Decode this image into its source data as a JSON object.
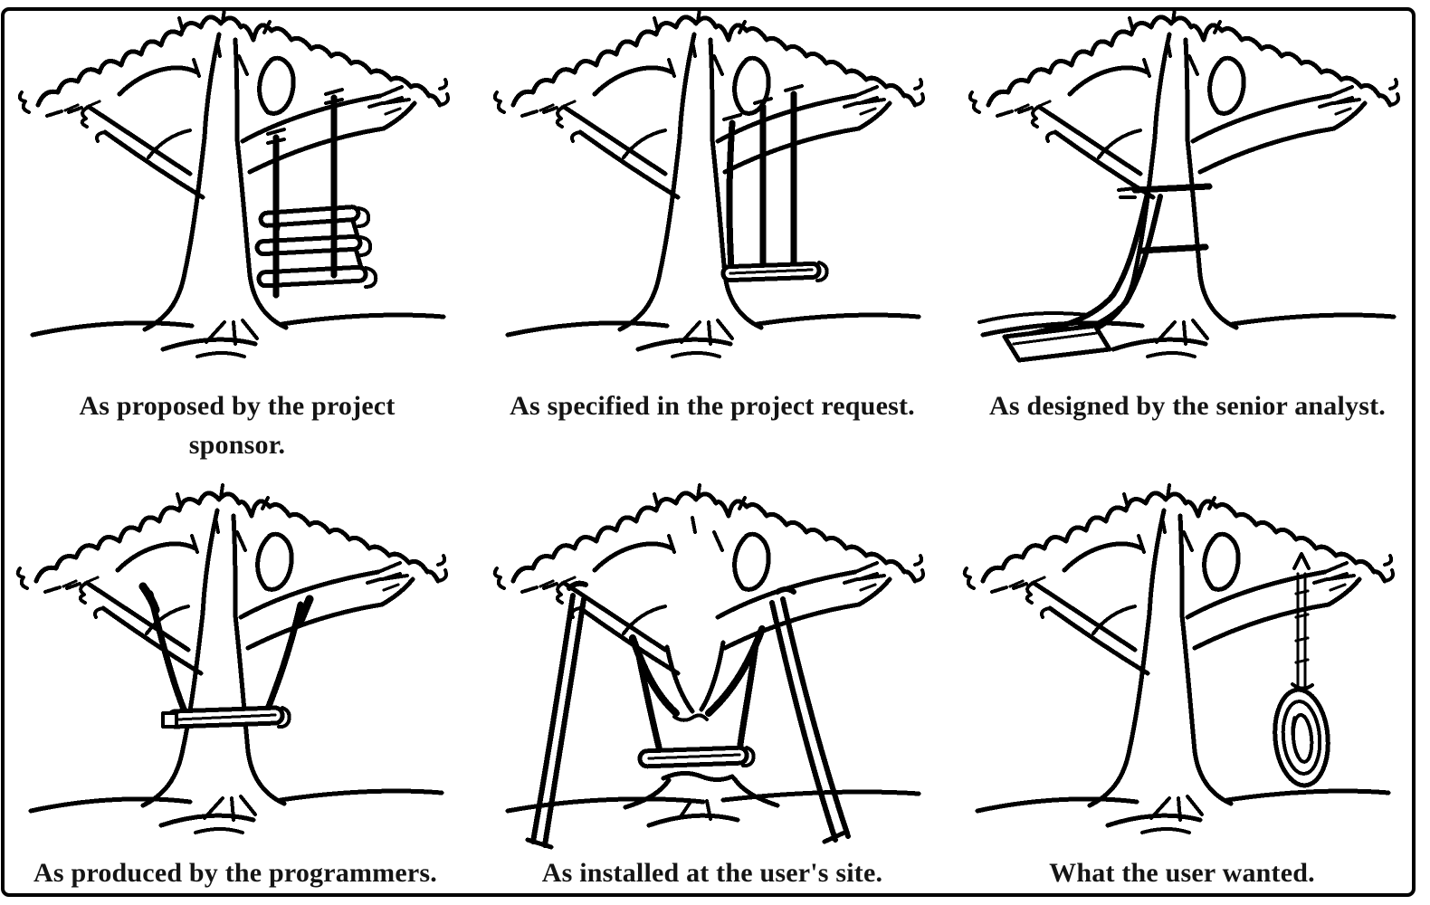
{
  "figure": {
    "background_color": "#ffffff",
    "ink_color": "#000000",
    "border": "black rounded rectangle frame",
    "panels": [
      {
        "id": "sponsor",
        "caption": "As proposed by the project sponsor.",
        "drawing": "tree-swing-with-three-stacked-seats"
      },
      {
        "id": "request",
        "caption": "As specified in the project request.",
        "drawing": "tree-swing-with-three-ropes-one-seat"
      },
      {
        "id": "analyst",
        "caption": "As designed by the senior analyst.",
        "drawing": "swing-strapped-to-trunk-seat-on-ground"
      },
      {
        "id": "programmers",
        "caption": "As produced by the programmers.",
        "drawing": "swing-seat-mounted-against-trunk"
      },
      {
        "id": "site",
        "caption": "As installed at the user's site.",
        "drawing": "freestanding-swing-frame-through-cut-trunk"
      },
      {
        "id": "wanted",
        "caption": "What the user wanted.",
        "drawing": "tire-swing-on-single-rope"
      }
    ]
  }
}
